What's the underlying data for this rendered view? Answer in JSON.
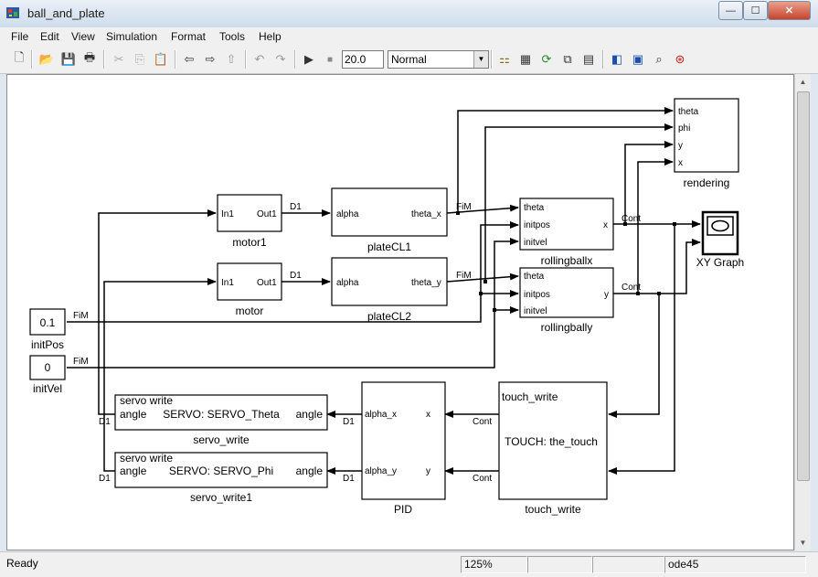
{
  "window": {
    "title": "ball_and_plate",
    "min_glyph": "—",
    "max_glyph": "☐",
    "close_glyph": "✕"
  },
  "menu": [
    "File",
    "Edit",
    "View",
    "Simulation",
    "Format",
    "Tools",
    "Help"
  ],
  "toolbar": {
    "stop_time": "20.0",
    "sim_mode": "Normal",
    "icons": [
      "new-icon",
      "open-icon",
      "save-icon",
      "print-icon",
      "cut-icon",
      "copy-icon",
      "paste-icon",
      "back-icon",
      "forward-icon",
      "up-icon",
      "undo-icon",
      "redo-icon",
      "run-icon",
      "stop-icon",
      "library-icon",
      "debug-icon",
      "build-icon",
      "model-explorer-icon",
      "browser-icon",
      "scope-icon",
      "palette-icon",
      "zoom-icon",
      "target-icon"
    ]
  },
  "diagram": {
    "blocks": {
      "motor1": {
        "name": "motor1",
        "in": "In1",
        "out": "Out1"
      },
      "motor": {
        "name": "motor",
        "in": "In1",
        "out": "Out1"
      },
      "plateCL1": {
        "name": "plateCL1",
        "in": "alpha",
        "out": "theta_x"
      },
      "plateCL2": {
        "name": "plateCL2",
        "in": "alpha",
        "out": "theta_y"
      },
      "rollingballx": {
        "name": "rollingballx",
        "in1": "theta",
        "in2": "initpos",
        "in3": "initvel",
        "out": "x"
      },
      "rollingbally": {
        "name": "rollingbally",
        "in1": "theta",
        "in2": "initpos",
        "in3": "initvel",
        "out": "y"
      },
      "rendering": {
        "name": "rendering",
        "in1": "theta",
        "in2": "phi",
        "in3": "y",
        "in4": "x"
      },
      "xygraph": {
        "name": "XY Graph"
      },
      "initPos": {
        "name": "initPos",
        "value": "0.1"
      },
      "initVel": {
        "name": "initVel",
        "value": "0"
      },
      "servo_write": {
        "name": "servo_write",
        "header": "servo write",
        "in": "angle",
        "body": "SERVO: SERVO_Theta",
        "out": "angle"
      },
      "servo_write1": {
        "name": "servo_write1",
        "header": "servo write",
        "in": "angle",
        "body": "SERVO: SERVO_Phi",
        "out": "angle"
      },
      "pid": {
        "name": "PID",
        "in1": "alpha_x",
        "in2": "alpha_y",
        "out1": "x",
        "out2": "y"
      },
      "touch": {
        "name": "touch_write",
        "header": "touch_write",
        "body": "TOUCH: the_touch"
      }
    },
    "signal_labels": {
      "d1": "D1",
      "fim": "FiM",
      "cont": "Cont"
    }
  },
  "status": {
    "text": "Ready",
    "zoom": "125%",
    "solver": "ode45"
  }
}
